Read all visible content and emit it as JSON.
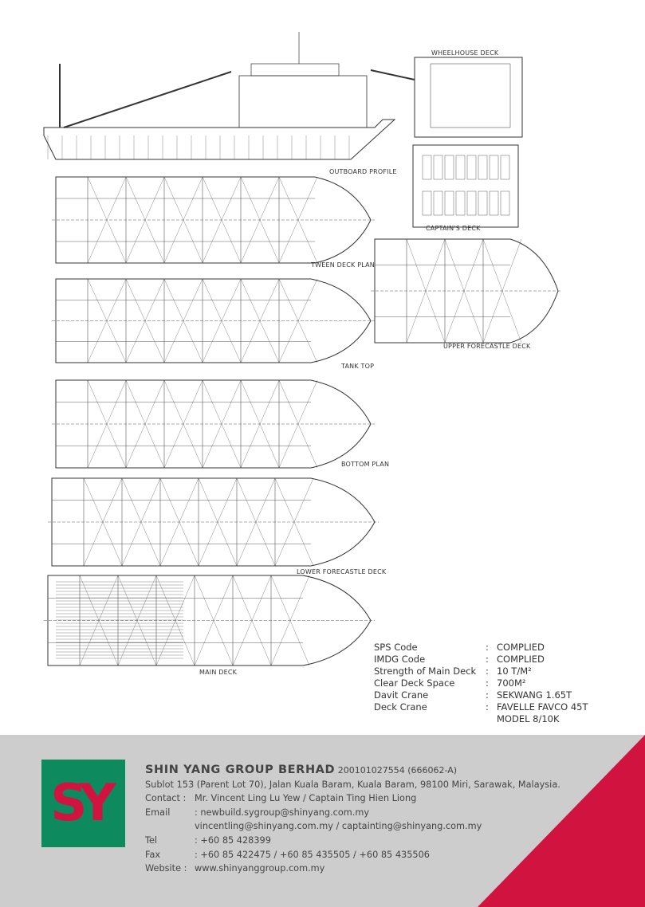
{
  "drawings": {
    "wheelhouse": "WHEELHOUSE DECK",
    "outboard": "OUTBOARD PROFILE",
    "captain": "CAPTAIN'S DECK",
    "tween": "TWEEN DECK PLAN",
    "upper_fc": "UPPER FORECASTLE DECK",
    "tank_top": "TANK TOP",
    "bottom": "BOTTOM PLAN",
    "lower_fc": "LOWER FORECASTLE DECK",
    "main_deck": "MAIN DECK"
  },
  "specs": [
    {
      "k": "SPS Code",
      "v": "COMPLIED"
    },
    {
      "k": "IMDG Code",
      "v": "COMPLIED"
    },
    {
      "k": "Strength of Main Deck",
      "v": "10 T/M²"
    },
    {
      "k": "Clear Deck Space",
      "v": "700M²"
    },
    {
      "k": "Davit Crane",
      "v": "SEKWANG 1.65T"
    },
    {
      "k": "Deck Crane",
      "v": "FAVELLE FAVCO 45T"
    },
    {
      "k": "",
      "v": "MODEL 8/10K"
    }
  ],
  "footer": {
    "logo": "SY",
    "company": "SHIN YANG GROUP BERHAD",
    "reg_no": "200101027554 (666062-A)",
    "address": "Sublot 153 (Parent Lot 70), Jalan Kuala Baram, Kuala Baram, 98100 Miri, Sarawak, Malaysia.",
    "contact_label": "Contact :",
    "contact": "Mr. Vincent Ling Lu Yew / Captain Ting Hien Liong",
    "email_label": "Email",
    "email1": ": newbuild.sygroup@shinyang.com.my",
    "email2": "vincentling@shinyang.com.my / captainting@shinyang.com.my",
    "tel_label": "Tel",
    "tel": ": +60 85 428399",
    "fax_label": "Fax",
    "fax": ": +60 85 422475 / +60 85 435505  / +60 85 435506",
    "web_label": "Website :",
    "web": "www.shinyanggroup.com.my"
  },
  "colors": {
    "green": "#0e8a5f",
    "red": "#d0143f",
    "grey": "#cdcdcd"
  }
}
